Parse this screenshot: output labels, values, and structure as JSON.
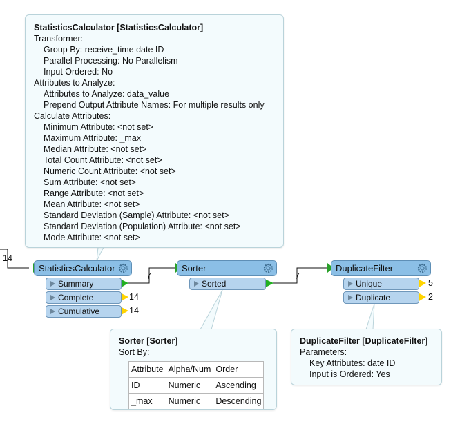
{
  "stats_tip": {
    "title": "StatisticsCalculator [StatisticsCalculator]",
    "lines": [
      {
        "text": "Transformer:",
        "indent": false
      },
      {
        "text": "Group By: receive_time date ID",
        "indent": true
      },
      {
        "text": "Parallel Processing: No Parallelism",
        "indent": true
      },
      {
        "text": "Input Ordered: No",
        "indent": true
      },
      {
        "text": "Attributes to Analyze:",
        "indent": false
      },
      {
        "text": "Attributes to Analyze: data_value",
        "indent": true
      },
      {
        "text": "Prepend Output Attribute Names: For multiple results only",
        "indent": true
      },
      {
        "text": "Calculate Attributes:",
        "indent": false
      },
      {
        "text": "Minimum Attribute: <not set>",
        "indent": true
      },
      {
        "text": "Maximum Attribute: _max",
        "indent": true
      },
      {
        "text": "Median Attribute: <not set>",
        "indent": true
      },
      {
        "text": "Total Count Attribute: <not set>",
        "indent": true
      },
      {
        "text": "Numeric Count Attribute: <not set>",
        "indent": true
      },
      {
        "text": "Sum Attribute: <not set>",
        "indent": true
      },
      {
        "text": "Range Attribute: <not set>",
        "indent": true
      },
      {
        "text": "Mean Attribute: <not set>",
        "indent": true
      },
      {
        "text": "Standard Deviation (Sample) Attribute: <not set>",
        "indent": true
      },
      {
        "text": "Standard Deviation (Population) Attribute: <not set>",
        "indent": true
      },
      {
        "text": "Mode Attribute: <not set>",
        "indent": true
      }
    ]
  },
  "sorter_tip": {
    "title": "Sorter [Sorter]",
    "label": "Sort By:",
    "rows": [
      [
        "Attribute",
        "Alpha/Num",
        "Order"
      ],
      [
        "ID",
        "Numeric",
        "Ascending"
      ],
      [
        "_max",
        "Numeric",
        "Descending"
      ]
    ]
  },
  "dup_tip": {
    "title": "DuplicateFilter [DuplicateFilter]",
    "label": "Parameters:",
    "lines": [
      "Key Attributes: date ID",
      "Input is Ordered: Yes"
    ]
  },
  "transformers": {
    "stats": {
      "name": "StatisticsCalculator",
      "ports": [
        {
          "label": "Summary",
          "count": "7"
        },
        {
          "label": "Complete",
          "count": "14"
        },
        {
          "label": "Cumulative",
          "count": "14"
        }
      ]
    },
    "sorter": {
      "name": "Sorter",
      "ports": [
        {
          "label": "Sorted",
          "count": "7"
        }
      ]
    },
    "dup": {
      "name": "DuplicateFilter",
      "ports": [
        {
          "label": "Unique",
          "count": "5"
        },
        {
          "label": "Duplicate",
          "count": "2"
        }
      ]
    }
  },
  "input_count": "14",
  "colors": {
    "transformer_fill": "#8bbfe6",
    "port_fill": "#b6d4ee",
    "input_port": "#2aa12a",
    "output_port_connected": "#22b022",
    "output_port_unconnected": "#ffd400",
    "tooltip_bg": "#f3fbfd"
  }
}
